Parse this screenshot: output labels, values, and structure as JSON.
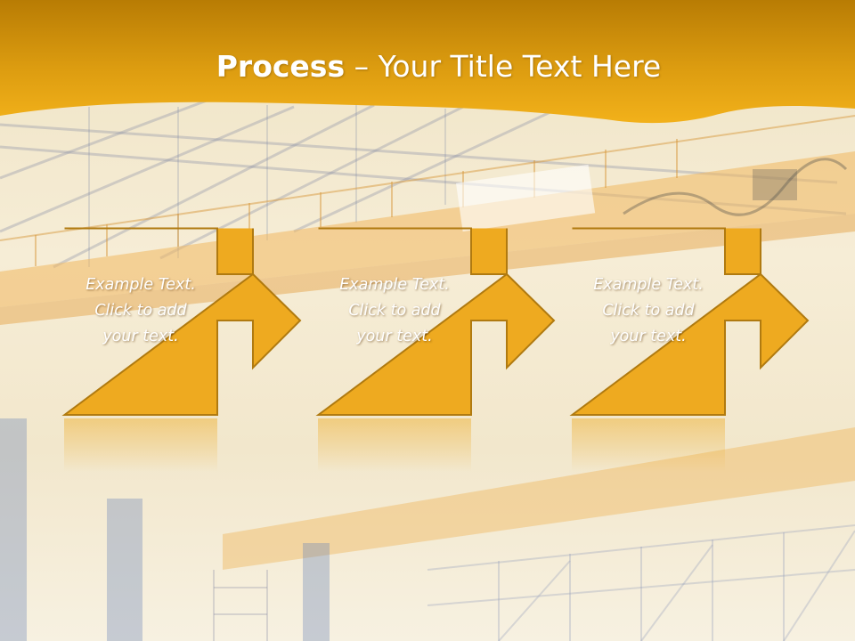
{
  "slide": {
    "title_bold": "Process",
    "title_separator": "–",
    "title_rest": "Your Title Text Here"
  },
  "steps": [
    {
      "lines": [
        "Example Text.",
        "Click  to add",
        "your text."
      ]
    },
    {
      "lines": [
        "Example Text.",
        "Click  to add",
        "your text."
      ]
    },
    {
      "lines": [
        "Example Text.",
        "Click  to add",
        "your text."
      ]
    }
  ],
  "colors": {
    "band_dark": "#b87c04",
    "band_light": "#f2b11a",
    "box_fill": "#eeaa20",
    "box_border": "#b07a10",
    "steel": "#6a84b8",
    "beam": "#f0c070"
  }
}
